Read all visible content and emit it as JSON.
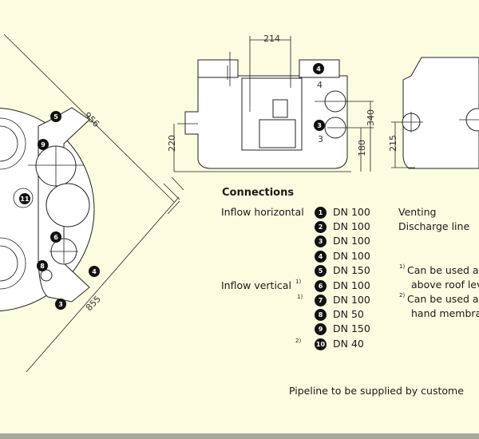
{
  "drawing": {
    "plan_view": {
      "dimensions": [
        "956",
        "855"
      ],
      "callouts": [
        "5",
        "9",
        "11",
        "6",
        "8",
        "4",
        "3"
      ]
    },
    "front_view": {
      "dimensions": [
        "214",
        "340",
        "180",
        "220"
      ],
      "callouts": [
        "4",
        "3"
      ],
      "level_labels": [
        "4",
        "3"
      ]
    },
    "side_view": {
      "dimensions": [
        "215"
      ]
    }
  },
  "connections": {
    "title": "Connections",
    "inflow_horizontal_label": "Inflow horizontal",
    "inflow_vertical_label": "Inflow vertical",
    "rows": [
      {
        "num": "1",
        "size": "DN 100",
        "note": ""
      },
      {
        "num": "2",
        "size": "DN 100",
        "note": ""
      },
      {
        "num": "3",
        "size": "DN 100",
        "note": ""
      },
      {
        "num": "4",
        "size": "DN 100",
        "note": ""
      },
      {
        "num": "5",
        "size": "DN 150",
        "note": ""
      },
      {
        "num": "6",
        "size": "DN 100",
        "note": "1)"
      },
      {
        "num": "7",
        "size": "DN 100",
        "note": "1)"
      },
      {
        "num": "8",
        "size": "DN 50",
        "note": ""
      },
      {
        "num": "9",
        "size": "DN 150",
        "note": ""
      },
      {
        "num": "10",
        "size": "DN 40",
        "note": "2)"
      }
    ],
    "right_labels": [
      "Venting",
      "Discharge line"
    ],
    "footnotes": [
      {
        "mark": "1)",
        "line1": "Can be used a",
        "line2": "above roof lev"
      },
      {
        "mark": "2)",
        "line1": "Can be used a",
        "line2": "hand membra"
      }
    ]
  },
  "footer": "Pipeline to be supplied by custome"
}
